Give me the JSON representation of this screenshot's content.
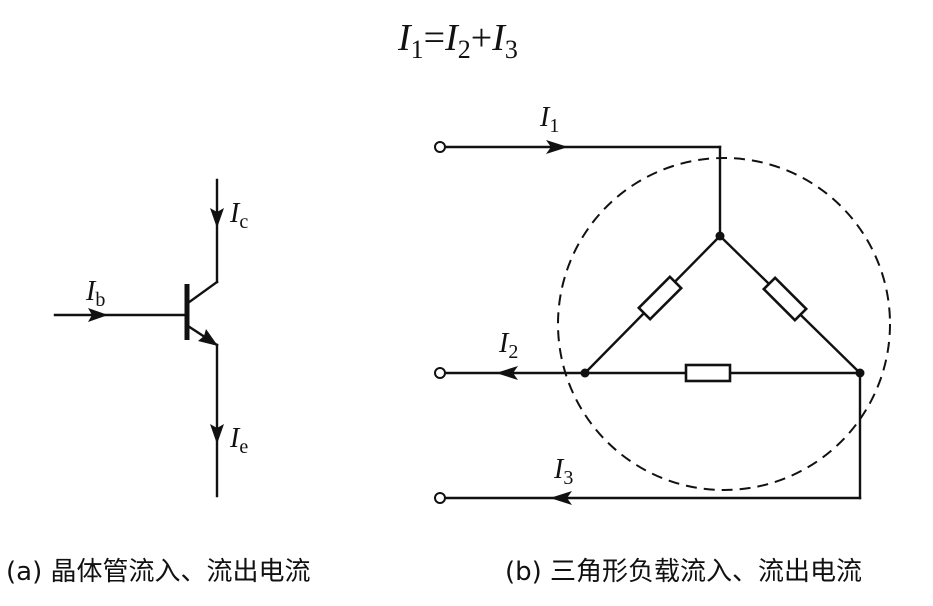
{
  "equation": {
    "lhs": {
      "symbol": "I",
      "subscript": "1"
    },
    "eq": "=",
    "t1": {
      "symbol": "I",
      "subscript": "2"
    },
    "plus": "+",
    "t2": {
      "symbol": "I",
      "subscript": "3"
    }
  },
  "transistor": {
    "base_current": {
      "symbol": "I",
      "subscript": "b"
    },
    "collector_current": {
      "symbol": "I",
      "subscript": "c"
    },
    "emitter_current": {
      "symbol": "I",
      "subscript": "e"
    }
  },
  "delta_load": {
    "current_1": {
      "symbol": "I",
      "subscript": "1"
    },
    "current_2": {
      "symbol": "I",
      "subscript": "2"
    },
    "current_3": {
      "symbol": "I",
      "subscript": "3"
    }
  },
  "captions": {
    "a": "(a) 晶体管流入、流出电流",
    "b": "(b) 三角形负载流入、流出电流"
  }
}
